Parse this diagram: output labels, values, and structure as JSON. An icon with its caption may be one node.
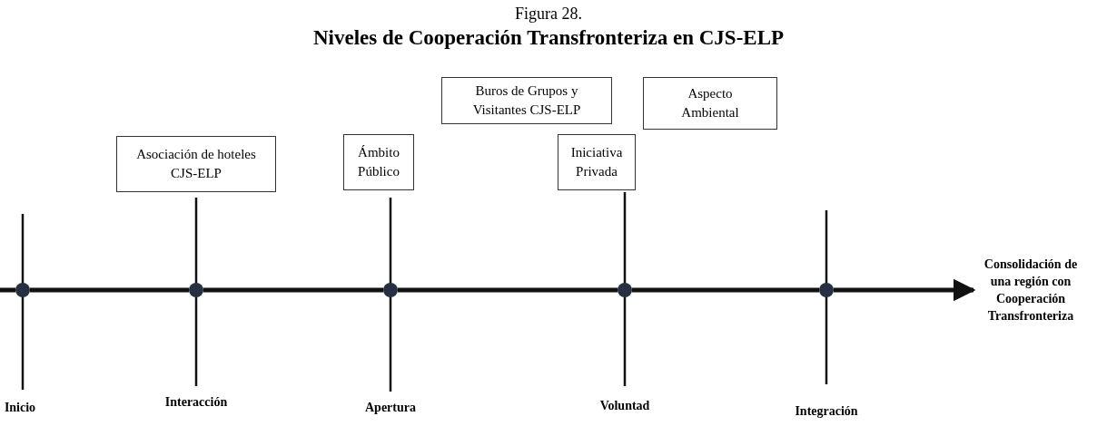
{
  "diagram": {
    "title": "Niveles de Cooperación Transfronteriza en CJS-ELP",
    "caption": "Figura 28.",
    "nodes": [
      {
        "text": [
          "Asociación de hoteles CJS-ELP"
        ]
      },
      {
        "text": [
          "Ámbito Público"
        ]
      },
      {
        "text": [
          "Buros de Grupos y Visitantes CJS-ELP"
        ]
      },
      {
        "text": [
          "Iniciativa Privada"
        ]
      },
      {
        "text": [
          "Aspecto Ambiental"
        ]
      },
      {
        "text": [],
        "shape": "circle"
      },
      {
        "text": [],
        "shape": "circle"
      },
      {
        "text": [],
        "shape": "circle"
      },
      {
        "text": [],
        "shape": "circle"
      },
      {
        "text": [],
        "shape": "circle"
      },
      {
        "text": [
          "Consolidación de una región con Cooperación Transfronteriza"
        ]
      }
    ],
    "edges": [
      {
        "from": 5,
        "to": 6,
        "arrow": "none"
      },
      {
        "from": 6,
        "to": 7,
        "arrow": "none"
      },
      {
        "from": 7,
        "to": 8,
        "arrow": "none"
      },
      {
        "from": 8,
        "to": 9,
        "arrow": "none"
      },
      {
        "from": 9,
        "to": 10,
        "arrow": "to"
      }
    ],
    "labels": [
      "Inicio",
      "Interacción",
      "Apertura",
      "Voluntad",
      "Integración"
    ]
  }
}
